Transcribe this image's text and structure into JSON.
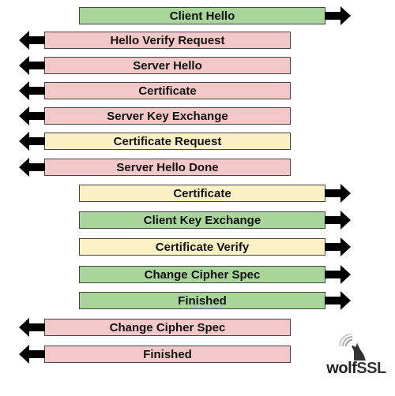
{
  "colors": {
    "client": "#a8d59a",
    "server": "#f2c8c8",
    "optional": "#fcf1c4",
    "arrow": "#000000"
  },
  "messages": [
    {
      "label": "Client Hello",
      "from": "client",
      "color": "client"
    },
    {
      "label": "Hello Verify Request",
      "from": "server",
      "color": "server"
    },
    {
      "label": "Server Hello",
      "from": "server",
      "color": "server"
    },
    {
      "label": "Certificate",
      "from": "server",
      "color": "server"
    },
    {
      "label": "Server Key Exchange",
      "from": "server",
      "color": "server"
    },
    {
      "label": "Certificate Request",
      "from": "server",
      "color": "optional"
    },
    {
      "label": "Server Hello Done",
      "from": "server",
      "color": "server"
    },
    {
      "label": "Certificate",
      "from": "client",
      "color": "optional"
    },
    {
      "label": "Client Key Exchange",
      "from": "client",
      "color": "client"
    },
    {
      "label": "Certificate Verify",
      "from": "client",
      "color": "optional"
    },
    {
      "label": "Change Cipher Spec",
      "from": "client",
      "color": "client"
    },
    {
      "label": "Finished",
      "from": "client",
      "color": "client"
    },
    {
      "label": "Change Cipher Spec",
      "from": "server",
      "color": "server"
    },
    {
      "label": "Finished",
      "from": "server",
      "color": "server"
    }
  ],
  "logo": {
    "brand_main": "wolf",
    "brand_suffix": "SSL",
    "icon": "wolf-howling-icon"
  }
}
